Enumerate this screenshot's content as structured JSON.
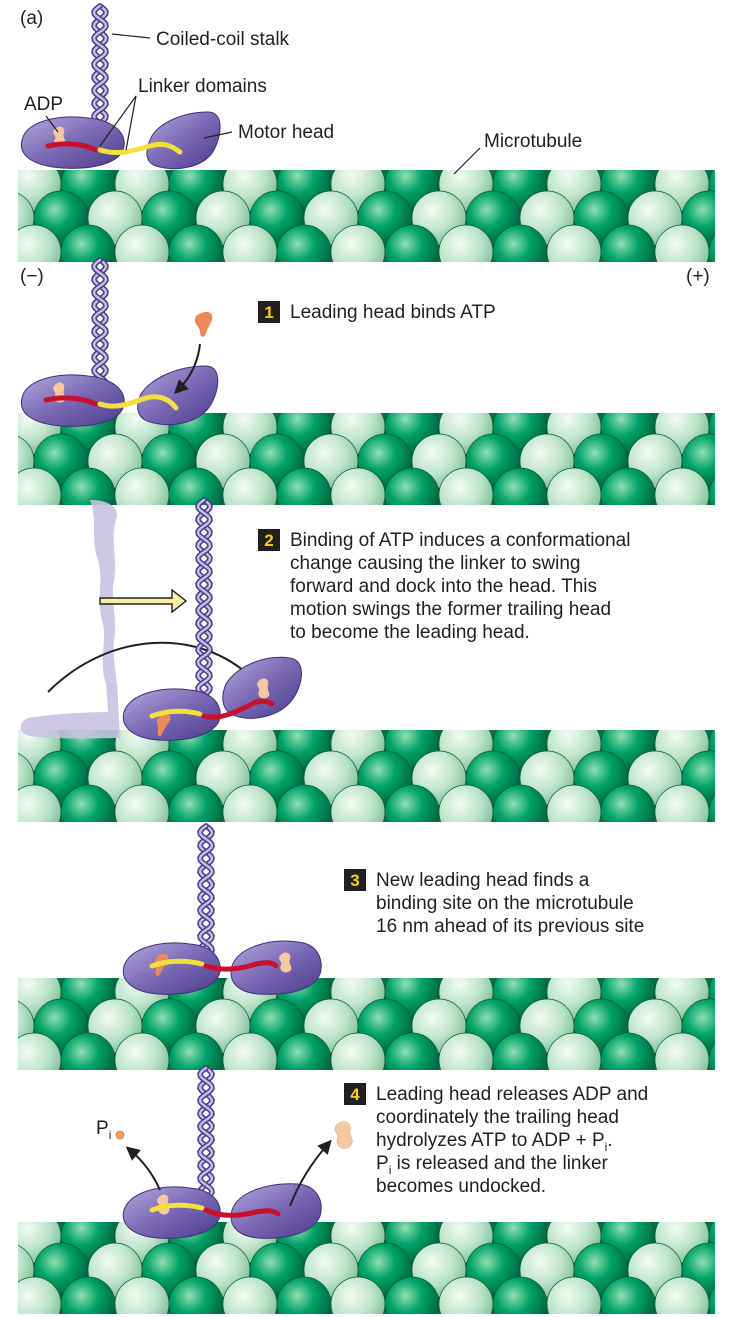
{
  "panel_label": "(a)",
  "labels": {
    "stalk": "Coiled-coil stalk",
    "linker": "Linker domains",
    "adp": "ADP",
    "motor_head": "Motor head",
    "microtubule": "Microtubule",
    "minus_end": "(−)",
    "plus_end": "(+)"
  },
  "steps": [
    {
      "number": "1",
      "lines": [
        "Leading head binds ATP"
      ]
    },
    {
      "number": "2",
      "lines": [
        "Binding of ATP induces a conformational",
        "change causing the linker to swing",
        "forward and dock into the head. This",
        "motion swings the former trailing head",
        "to become the leading head."
      ]
    },
    {
      "number": "3",
      "lines": [
        "New leading head finds a",
        "binding site on the microtubule",
        "16 nm ahead of its previous site"
      ]
    },
    {
      "number": "4",
      "lines": [
        "Leading head releases ADP and",
        "coordinately the trailing head",
        "hydrolyzes ATP to ADP + P",
        "P is released and the linker",
        "becomes undocked."
      ]
    }
  ],
  "pi": {
    "letter": "P",
    "subscript": "i"
  },
  "colors": {
    "tubulin_dark": "#00965e",
    "tubulin_light": "#b9e2c6",
    "motor": "#6b5aa6",
    "linker_yellow": "#f3e03b",
    "linker_red": "#c8102e",
    "nucleotide": "#f6c9a0",
    "atp": "#ee8a5a",
    "ghost": "#c9c2e2",
    "arrow_fill": "#f8eea3"
  }
}
